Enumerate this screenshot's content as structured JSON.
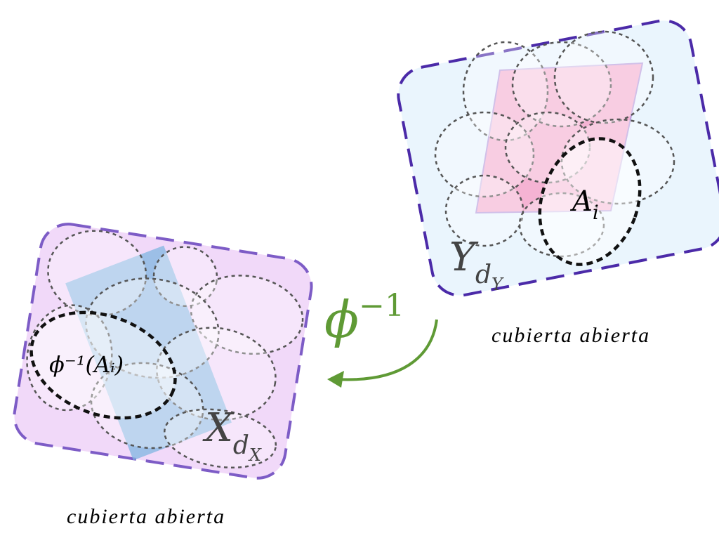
{
  "left_space": {
    "label_main": "X",
    "label_sub": "d",
    "label_subsub": "X",
    "preimage_label": "ϕ⁻¹(Aᵢ)",
    "caption": "cubierta abierta"
  },
  "right_space": {
    "label_main": "Y",
    "label_sub": "d",
    "label_subsub": "Y",
    "set_label_main": "A",
    "set_label_sub": "i",
    "caption": "cubierta abierta"
  },
  "map": {
    "label": "ϕ",
    "exponent": "−1"
  },
  "colors": {
    "left_fill": "#f1d9f9",
    "left_border": "#7d5cc6",
    "right_fill": "#eaf5fd",
    "right_border": "#4b2aa8",
    "arrow": "#5f9a35",
    "pink": "#f8a8cc",
    "blue": "#7fb5e0"
  }
}
